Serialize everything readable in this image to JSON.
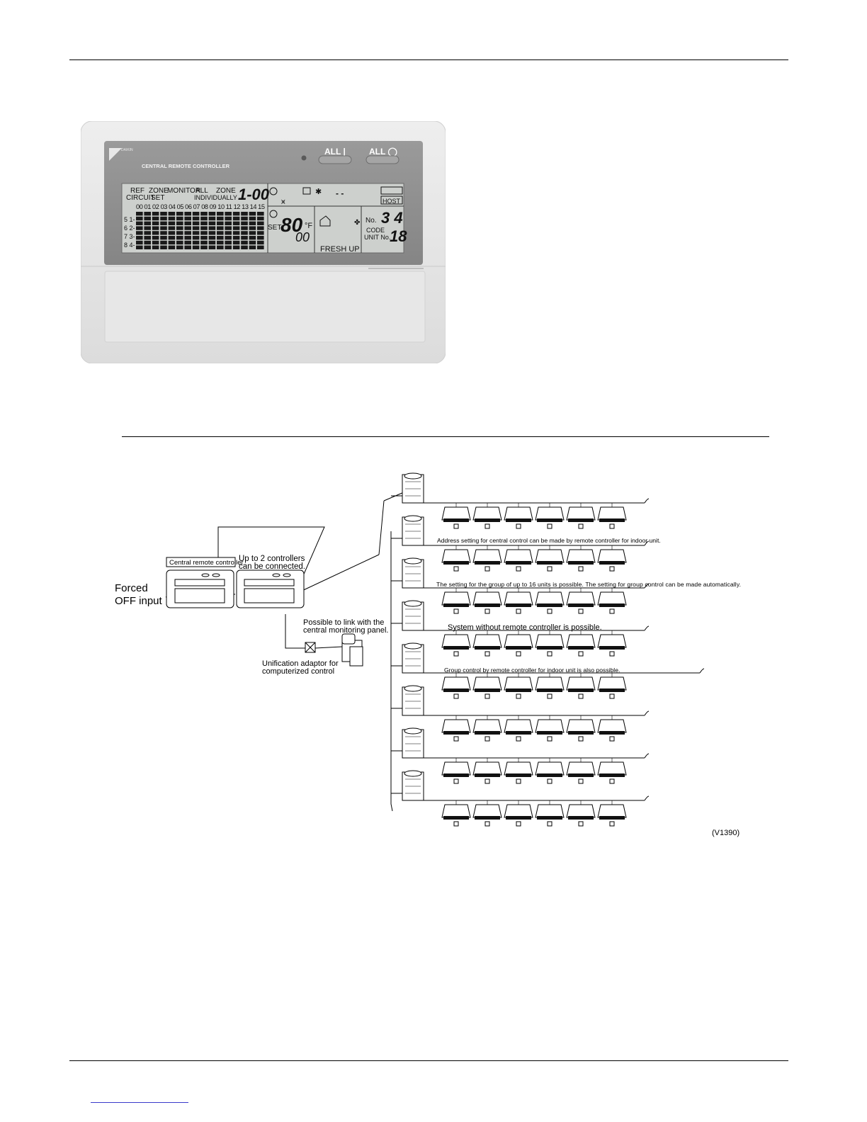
{
  "controller": {
    "title": "CENTRAL REMOTE CONTROLLER",
    "brand": "DAIKIN",
    "btn_all_on": "ALL |",
    "btn_all_off": "ALL ◯",
    "lcd": {
      "hdr_ref": "REF",
      "hdr_circuit": "CIRCUIT",
      "hdr_zone": "ZONE",
      "hdr_set": "SET",
      "hdr_monitor": "MONITOR",
      "hdr_all": "ALL",
      "hdr_individually": "INDIVIDUALLY",
      "hdr_zone2": "ZONE",
      "zone_no": "1-00",
      "columns": "00 01 02 03 04 05 06 07 08 09 10 11 12 13 14 15",
      "row_labels": [
        "5 1-",
        "6 2-",
        "7 3-",
        "8 4-"
      ],
      "set_label": "SET",
      "set_temp": "80",
      "unit": "°F",
      "sub_val": "00",
      "fresh_up": "FRESH UP",
      "host": "HOST",
      "no_label": "No.",
      "no_val": "3 4",
      "code_label": "CODE",
      "unitno_label": "UNIT No.",
      "code_val": "18",
      "dashes": "- -"
    }
  },
  "diagram": {
    "label_crc": "Central remote controller",
    "label_upto_1": "Up to 2 controllers",
    "label_upto_2": "can be connected.",
    "label_forced_1": "Forced",
    "label_forced_2": "OFF input",
    "label_link_1": "Possible to link with the",
    "label_link_2": "central monitoring panel.",
    "label_adaptor_1": "Unification adaptor for",
    "label_adaptor_2": "computerized control",
    "note_address": "Address setting for central control can be made by remote controller for indoor unit.",
    "note_group": "The setting for the group of up to 16 units is possible. The setting for group control can be made automatically.",
    "note_system": "System without remote controller is possible.",
    "note_groupctrl": "Group control by remote controller for indoor unit is also possible.",
    "ref_code": "(V1390)"
  },
  "colors": {
    "panel": "#e6e6e6",
    "face": "#8f8f8f",
    "lcd": "#c9ccc9",
    "link": "#3a3acb"
  }
}
